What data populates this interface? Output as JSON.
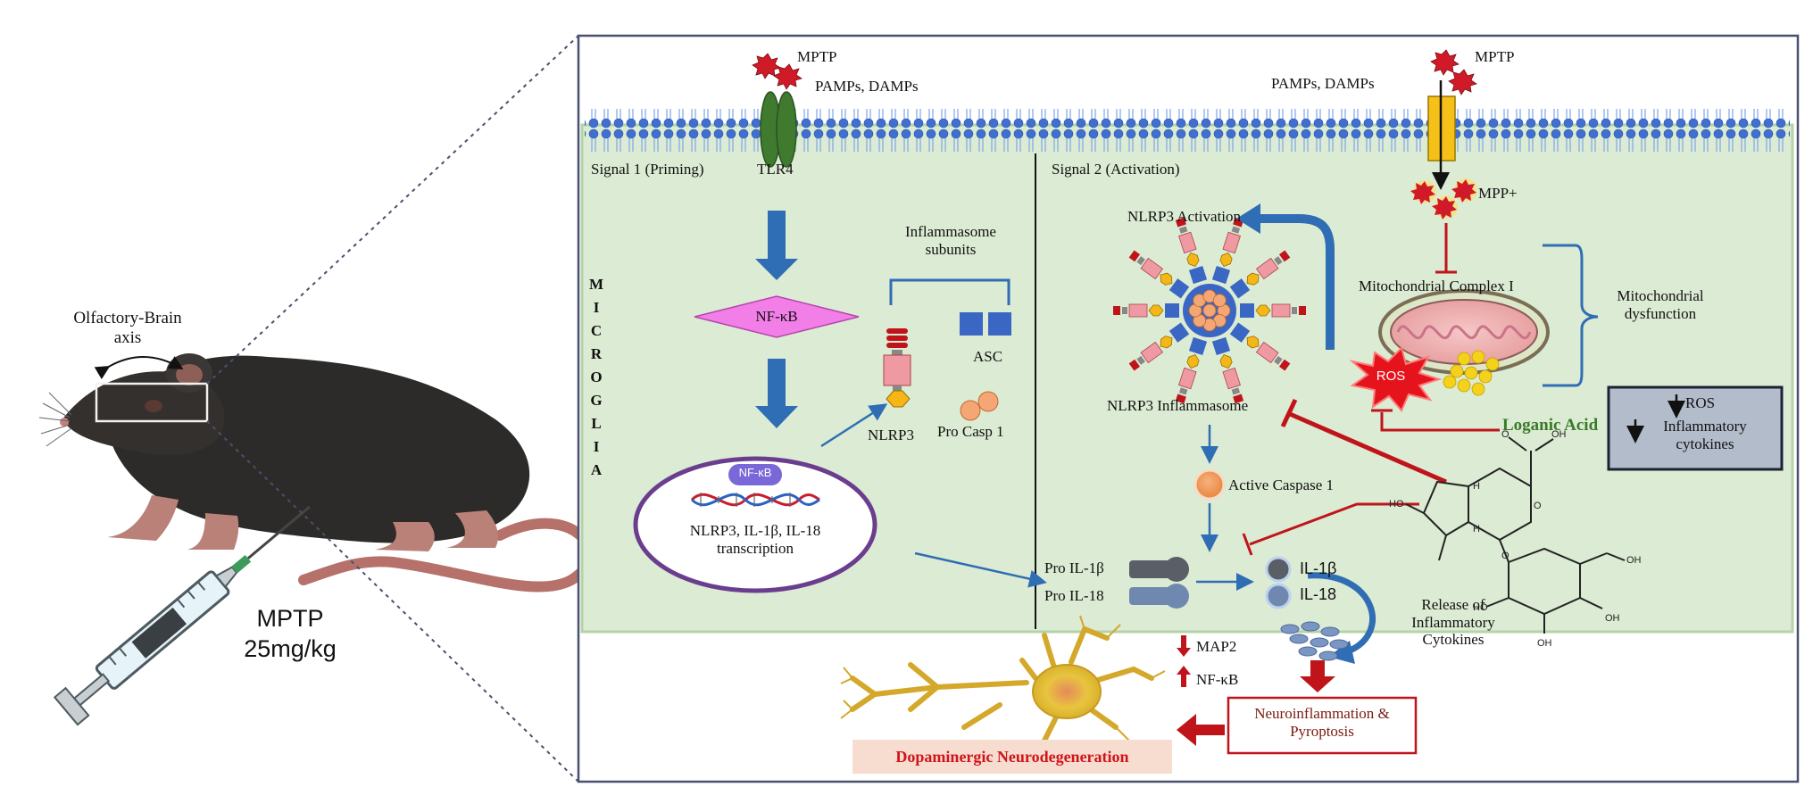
{
  "left": {
    "axis_label_line1": "Olfactory-Brain",
    "axis_label_line2": "axis",
    "dose_line1": "MPTP",
    "dose_line2": "25mg/kg"
  },
  "panel": {
    "signal1": "Signal 1 (Priming)",
    "signal2": "Signal 2 (Activation)",
    "microglia_letters": [
      "M",
      "I",
      "C",
      "R",
      "O",
      "G",
      "L",
      "I",
      "A"
    ],
    "mptp_left": "MPTP",
    "pamps_left": "PAMPs, DAMPs",
    "tlr4": "TLR4",
    "nfkb_diamond": "NF-κB",
    "nfkb_dna": "NF-κB",
    "transcription_line1": "NLRP3, IL-1β, IL-18",
    "transcription_line2": "transcription",
    "inflammasome_subunits_line1": "Inflammasome",
    "inflammasome_subunits_line2": "subunits",
    "nlrp3": "NLRP3",
    "asc": "ASC",
    "pro_casp1": "Pro Casp 1",
    "pamps_right": "PAMPs, DAMPs",
    "mptp_right": "MPTP",
    "mpp_plus": "MPP+",
    "nlrp3_activation": "NLRP3 Activation",
    "nlrp3_inflammasome": "NLRP3 Inflammasome",
    "mito_complex": "Mitochondrial Complex I",
    "mito_dysfunction_line1": "Mitochondrial",
    "mito_dysfunction_line2": "dysfunction",
    "ros": "ROS",
    "loganic_acid": "Loganic Acid",
    "effect_ros": "ROS",
    "effect_cyt_line1": "Inflammatory",
    "effect_cyt_line2": "cytokines",
    "active_caspase": "Active Caspase 1",
    "pro_il1b": "Pro IL-1β",
    "pro_il18": "Pro IL-18",
    "il1b": "IL-1β",
    "il18": "IL-18",
    "release_line1": "Release of",
    "release_line2": "Inflammatory",
    "release_line3": "Cytokines",
    "map2": "MAP2",
    "nfkb_bottom": "NF-κB",
    "neuroinflammation_line1": "Neuroinflammation &",
    "neuroinflammation_line2": "Pyroptosis",
    "dopaminergic": "Dopaminergic Neurodegeneration"
  },
  "colors": {
    "cell_fill": "#dcebd3",
    "membrane": "#3f6fd1",
    "arrow_blue": "#2f6db5",
    "inhibit_red": "#c0141b",
    "nfkb_pink": "#f27fe8",
    "loganic_green": "#3a7a2a",
    "effect_box": "#b3bccb"
  }
}
